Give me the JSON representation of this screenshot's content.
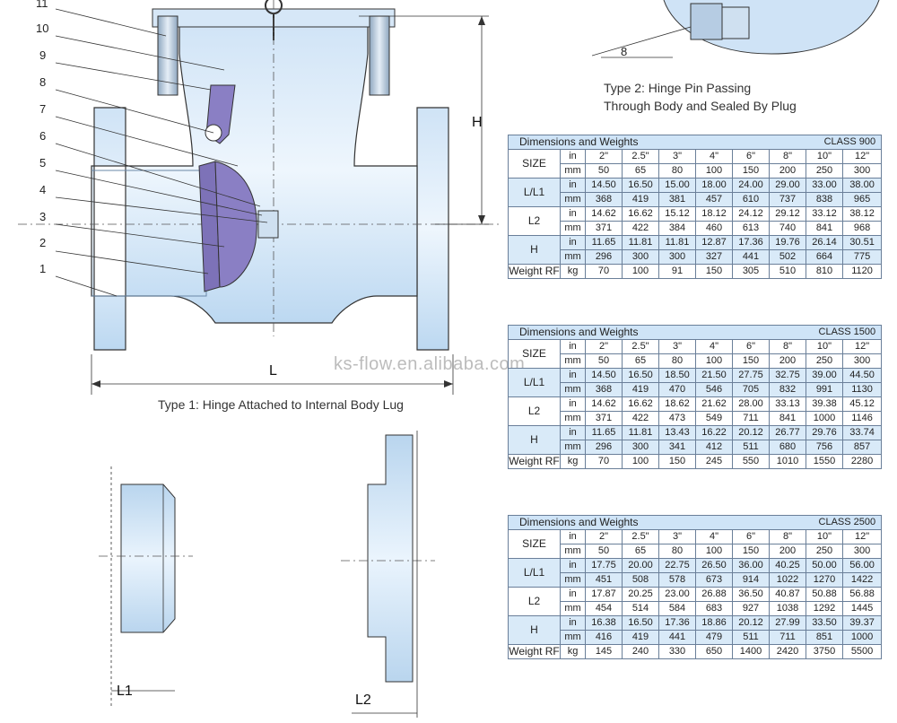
{
  "callouts": [
    "11",
    "10",
    "9",
    "8",
    "7",
    "6",
    "5",
    "4",
    "3",
    "2",
    "1"
  ],
  "type1_caption": "Type 1: Hinge Attached to Internal Body Lug",
  "type2_caption_line1": "Type 2: Hinge Pin Passing",
  "type2_caption_line2": "Through Body and Sealed By Plug",
  "detail_callout": "8",
  "dim_labels": {
    "L": "L",
    "H": "H",
    "L1": "L1",
    "L2": "L2"
  },
  "watermark": "ks-flow.en.alibaba.com",
  "sizes_in": [
    "2\"",
    "2.5\"",
    "3\"",
    "4\"",
    "6\"",
    "8\"",
    "10\"",
    "12\""
  ],
  "sizes_mm": [
    "50",
    "65",
    "80",
    "100",
    "150",
    "200",
    "250",
    "300"
  ],
  "tables": [
    {
      "title": "Dimensions and Weights",
      "class": "CLASS 900",
      "rows": [
        {
          "label": "L/L1",
          "in": [
            "14.50",
            "16.50",
            "15.00",
            "18.00",
            "24.00",
            "29.00",
            "33.00",
            "38.00"
          ],
          "mm": [
            "368",
            "419",
            "381",
            "457",
            "610",
            "737",
            "838",
            "965"
          ]
        },
        {
          "label": "L2",
          "in": [
            "14.62",
            "16.62",
            "15.12",
            "18.12",
            "24.12",
            "29.12",
            "33.12",
            "38.12"
          ],
          "mm": [
            "371",
            "422",
            "384",
            "460",
            "613",
            "740",
            "841",
            "968"
          ]
        },
        {
          "label": "H",
          "in": [
            "11.65",
            "11.81",
            "11.81",
            "12.87",
            "17.36",
            "19.76",
            "26.14",
            "30.51"
          ],
          "mm": [
            "296",
            "300",
            "300",
            "327",
            "441",
            "502",
            "664",
            "775"
          ]
        }
      ],
      "weight": [
        "70",
        "100",
        "91",
        "150",
        "305",
        "510",
        "810",
        "1120"
      ]
    },
    {
      "title": "Dimensions and Weights",
      "class": "CLASS 1500",
      "rows": [
        {
          "label": "L/L1",
          "in": [
            "14.50",
            "16.50",
            "18.50",
            "21.50",
            "27.75",
            "32.75",
            "39.00",
            "44.50"
          ],
          "mm": [
            "368",
            "419",
            "470",
            "546",
            "705",
            "832",
            "991",
            "1130"
          ]
        },
        {
          "label": "L2",
          "in": [
            "14.62",
            "16.62",
            "18.62",
            "21.62",
            "28.00",
            "33.13",
            "39.38",
            "45.12"
          ],
          "mm": [
            "371",
            "422",
            "473",
            "549",
            "711",
            "841",
            "1000",
            "1146"
          ]
        },
        {
          "label": "H",
          "in": [
            "11.65",
            "11.81",
            "13.43",
            "16.22",
            "20.12",
            "26.77",
            "29.76",
            "33.74"
          ],
          "mm": [
            "296",
            "300",
            "341",
            "412",
            "511",
            "680",
            "756",
            "857"
          ]
        }
      ],
      "weight": [
        "70",
        "100",
        "150",
        "245",
        "550",
        "1010",
        "1550",
        "2280"
      ]
    },
    {
      "title": "Dimensions and Weights",
      "class": "CLASS 2500",
      "rows": [
        {
          "label": "L/L1",
          "in": [
            "17.75",
            "20.00",
            "22.75",
            "26.50",
            "36.00",
            "40.25",
            "50.00",
            "56.00"
          ],
          "mm": [
            "451",
            "508",
            "578",
            "673",
            "914",
            "1022",
            "1270",
            "1422"
          ]
        },
        {
          "label": "L2",
          "in": [
            "17.87",
            "20.25",
            "23.00",
            "26.88",
            "36.50",
            "40.87",
            "50.88",
            "56.88"
          ],
          "mm": [
            "454",
            "514",
            "584",
            "683",
            "927",
            "1038",
            "1292",
            "1445"
          ]
        },
        {
          "label": "H",
          "in": [
            "16.38",
            "16.50",
            "17.36",
            "18.86",
            "20.12",
            "27.99",
            "33.50",
            "39.37"
          ],
          "mm": [
            "416",
            "419",
            "441",
            "479",
            "511",
            "711",
            "851",
            "1000"
          ]
        }
      ],
      "weight": [
        "145",
        "240",
        "330",
        "650",
        "1400",
        "2420",
        "3750",
        "5500"
      ]
    }
  ],
  "labels": {
    "size": "SIZE",
    "in": "in",
    "mm": "mm",
    "kg": "kg",
    "weight": "Weight RF"
  },
  "colors": {
    "valve_fill": "#b7d6f0",
    "valve_light": "#e6f1fb",
    "disc": "#8a7fc4",
    "table_header": "#cfe4f7",
    "table_border": "#6a7f99"
  }
}
